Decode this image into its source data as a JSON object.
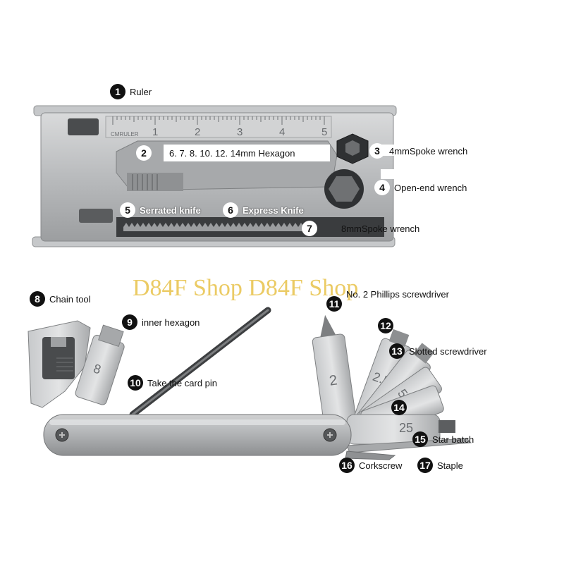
{
  "callouts": [
    {
      "num": "1",
      "label": "Ruler"
    },
    {
      "num": "2",
      "label": "6. 7. 8. 10. 12. 14mm Hexagon"
    },
    {
      "num": "3",
      "label": "4mmSpoke wrench"
    },
    {
      "num": "4",
      "label": "Open-end wrench"
    },
    {
      "num": "5",
      "label": "Serrated knife"
    },
    {
      "num": "6",
      "label": "Express Knife"
    },
    {
      "num": "7",
      "label": "8mmSpoke wrench"
    },
    {
      "num": "8",
      "label": "Chain tool"
    },
    {
      "num": "9",
      "label": "inner hexagon"
    },
    {
      "num": "10",
      "label": "Take the card pin"
    },
    {
      "num": "11",
      "label": "No. 2 Phillips screwdriver"
    },
    {
      "num": "12",
      "label": ""
    },
    {
      "num": "13",
      "label": "Slotted screwdriver"
    },
    {
      "num": "14",
      "label": ""
    },
    {
      "num": "15",
      "label": "Star batch"
    },
    {
      "num": "16",
      "label": "Corkscrew"
    },
    {
      "num": "17",
      "label": "Staple"
    }
  ],
  "watermark": "D84F Shop D84F Shop",
  "engravings": {
    "ruler_brand": "CMRULER",
    "ruler_ticks": [
      "1",
      "2",
      "3",
      "4",
      "5"
    ],
    "hex_size": "8",
    "bit_2": "2",
    "bit_25": "2.5",
    "bit_5": "5",
    "star_25": "25"
  }
}
